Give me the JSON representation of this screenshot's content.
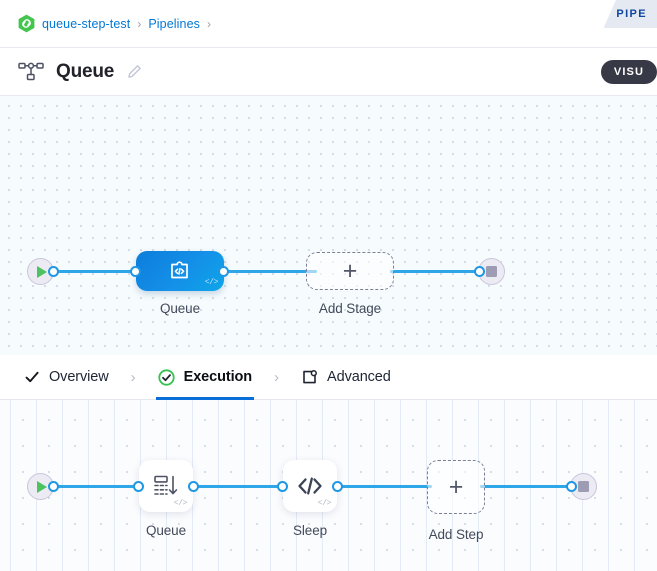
{
  "breadcrumb": {
    "project_icon": "harness-project-icon",
    "items": [
      {
        "label": "queue-step-test"
      },
      {
        "label": "Pipelines"
      }
    ],
    "separator": "›"
  },
  "studio_tab": {
    "label": "PIPE"
  },
  "header": {
    "icon": "pipeline-nodes-icon",
    "title": "Queue",
    "edit_icon": "pencil-edit-icon",
    "visual_button": {
      "label": "VISU"
    }
  },
  "stage_canvas": {
    "start_node": {
      "icon": "play-icon"
    },
    "end_node": {
      "icon": "stop-icon"
    },
    "nodes": [
      {
        "label": "Queue",
        "icon": "queue-puzzle-code-icon",
        "badge": "</>",
        "type": "selected-stage"
      },
      {
        "label": "Add Stage",
        "icon": "plus-icon",
        "type": "add"
      }
    ]
  },
  "tabs": {
    "items": [
      {
        "label": "Overview",
        "icon": "check-icon",
        "active": false
      },
      {
        "label": "Execution",
        "icon": "green-check-circle-icon",
        "active": true
      },
      {
        "label": "Advanced",
        "icon": "advanced-gear-icon",
        "active": false
      }
    ],
    "chevron": "›"
  },
  "step_canvas": {
    "start_node": {
      "icon": "play-icon"
    },
    "end_node": {
      "icon": "stop-icon"
    },
    "nodes": [
      {
        "label": "Queue",
        "icon": "queue-list-icon",
        "badge": "</>",
        "type": "step"
      },
      {
        "label": "Sleep",
        "icon": "code-brackets-icon",
        "badge": "</>",
        "type": "step"
      },
      {
        "label": "Add Step",
        "icon": "plus-icon",
        "type": "add"
      }
    ]
  },
  "colors": {
    "accent_blue": "#0278d5",
    "edge_blue": "#2fa6e8",
    "node_blue": "#0c7ddb",
    "success_green": "#4cc35e",
    "dark_pill": "#383946"
  }
}
